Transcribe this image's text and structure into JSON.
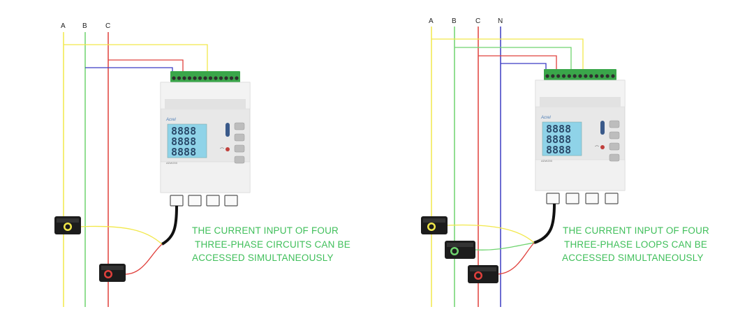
{
  "colors": {
    "phase_a": "#f2e84a",
    "phase_b": "#6fd46f",
    "phase_c": "#e0403c",
    "phase_n": "#3b3bc4",
    "caption": "#3fbf5a",
    "meter_body": "#e8e8e8",
    "terminal": "#3aa64a",
    "lcd": "#8fd3e8"
  },
  "left_panel": {
    "phase_labels": [
      "A",
      "B",
      "C"
    ],
    "meter": {
      "brand": "Acrel",
      "display": [
        "8888",
        "8888",
        "8888"
      ],
      "model": "ADW200"
    },
    "caption": [
      "THE CURRENT INPUT OF FOUR",
      "THREE-PHASE CIRCUITS CAN BE",
      "ACCESSED SIMULTANEOUSLY"
    ]
  },
  "right_panel": {
    "phase_labels": [
      "A",
      "B",
      "C",
      "N"
    ],
    "meter": {
      "brand": "Acrel",
      "display": [
        "8888",
        "8888",
        "8888"
      ],
      "model": "ADW200"
    },
    "caption": [
      "THE CURRENT INPUT OF FOUR",
      "THREE-PHASE LOOPS CAN BE",
      "ACCESSED SIMULTANEOUSLY"
    ]
  }
}
